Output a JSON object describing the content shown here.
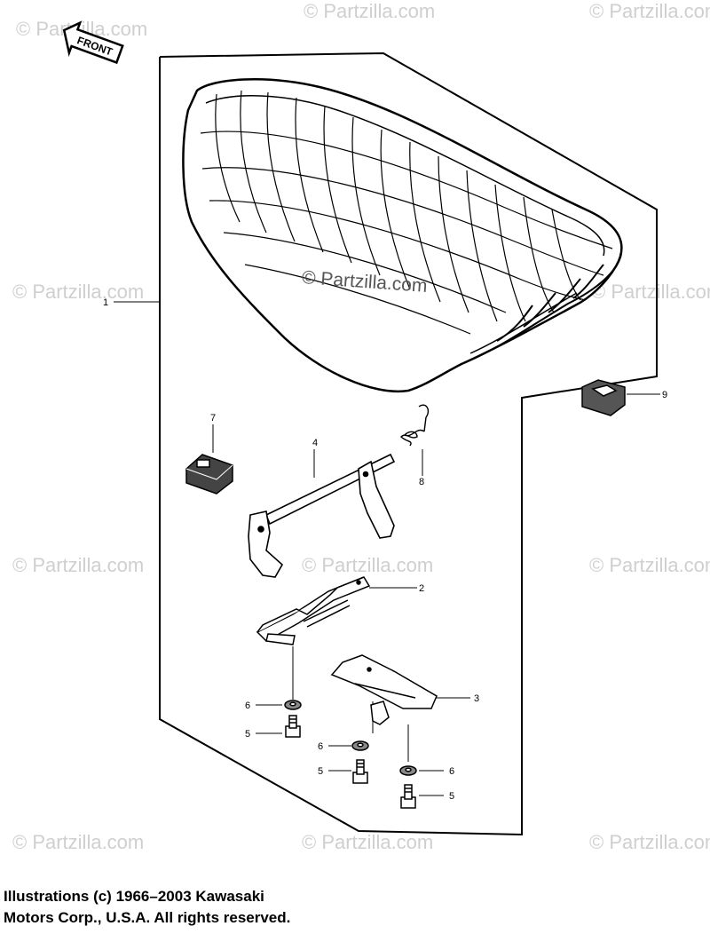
{
  "watermark_text": "© Partzilla.com",
  "center_watermark_text": "© Partzilla.com",
  "front_label": "FRONT",
  "callouts": [
    "1",
    "2",
    "3",
    "4",
    "5",
    "5",
    "5",
    "6",
    "6",
    "6",
    "7",
    "8",
    "9"
  ],
  "copyright": {
    "line1": "Illustrations (c) 1966–2003 Kawasaki",
    "line2": "Motors Corp., U.S.A.  All rights reserved."
  },
  "colors": {
    "ink": "#000000",
    "watermark": "#cfcfcf"
  }
}
